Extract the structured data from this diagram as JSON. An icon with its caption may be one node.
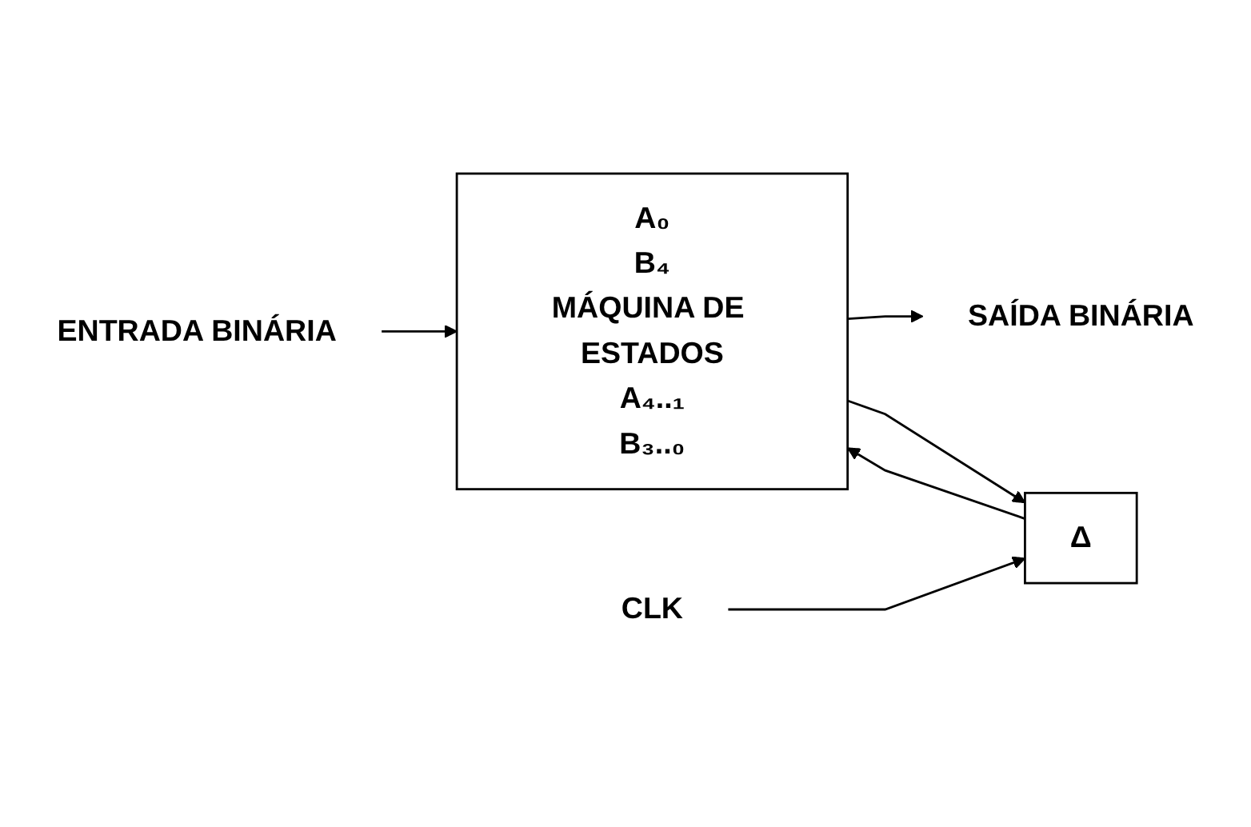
{
  "diagram": {
    "nodes": [
      {
        "text": [
          "ENTRADA BINÁRIA"
        ]
      },
      {
        "text": [
          "A₀",
          "B₄",
          "MÁQUINA DE ESTADOS",
          "A₄..₁",
          "B₃..₀"
        ]
      },
      {
        "text": [
          "SAÍDA BINÁRIA"
        ]
      },
      {
        "text": [
          "Δ"
        ]
      },
      {
        "text": [
          "CLK"
        ]
      }
    ],
    "edges": [
      {
        "from": 0,
        "to": 1,
        "arrow": "to"
      },
      {
        "from": 1,
        "to": 2,
        "arrow": "to"
      },
      {
        "from": 1,
        "to": 3,
        "arrow": "to"
      },
      {
        "from": 3,
        "to": 1,
        "arrow": "to"
      },
      {
        "from": 4,
        "to": 3,
        "arrow": "to"
      }
    ]
  }
}
